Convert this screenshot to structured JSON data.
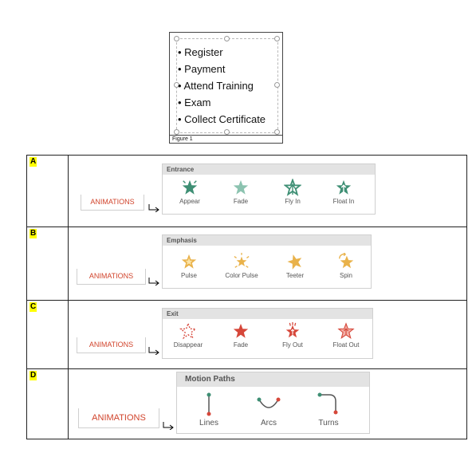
{
  "figure": {
    "items": [
      "Register",
      "Payment",
      "Attend Training",
      "Exam",
      "Collect Certificate"
    ],
    "caption": "Figure 1"
  },
  "rows": [
    {
      "letter": "A",
      "tab": "ANIMATIONS",
      "gallery": "Entrance",
      "effects": [
        "Appear",
        "Fade",
        "Fly In",
        "Float In"
      ]
    },
    {
      "letter": "B",
      "tab": "ANIMATIONS",
      "gallery": "Emphasis",
      "effects": [
        "Pulse",
        "Color Pulse",
        "Teeter",
        "Spin"
      ]
    },
    {
      "letter": "C",
      "tab": "ANIMATIONS",
      "gallery": "Exit",
      "effects": [
        "Disappear",
        "Fade",
        "Fly Out",
        "Float Out"
      ]
    },
    {
      "letter": "D",
      "tab": "ANIMATIONS",
      "gallery": "Motion Paths",
      "effects": [
        "Lines",
        "Arcs",
        "Turns"
      ]
    }
  ],
  "colors": {
    "entrance": "#3e8f74",
    "emphasis": "#e9b24a",
    "exit": "#d6473a",
    "tab_text": "#d1442c"
  }
}
